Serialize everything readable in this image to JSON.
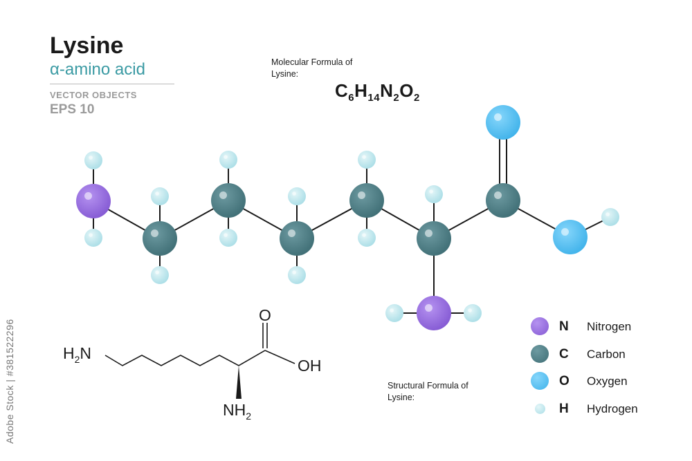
{
  "header": {
    "title": "Lysine",
    "subtitle": "α-amino acid",
    "tag": "VECTOR OBJECTS",
    "format": "EPS 10"
  },
  "molecular_formula": {
    "caption_line1": "Molecular Formula of",
    "caption_line2": "Lysine:",
    "parts": [
      {
        "el": "C",
        "n": "6"
      },
      {
        "el": "H",
        "n": "14"
      },
      {
        "el": "N",
        "n": "2"
      },
      {
        "el": "O",
        "n": "2"
      }
    ]
  },
  "structural_formula": {
    "caption_line1": "Structural  Formula of",
    "caption_line2": "Lysine:",
    "labels": {
      "amine_left_main": "H",
      "amine_left_sub": "2",
      "amine_left_tail": "N",
      "carbonyl_o": "O",
      "hydroxyl": "OH",
      "amine_alpha_main": "NH",
      "amine_alpha_sub": "2"
    }
  },
  "legend": [
    {
      "symbol": "N",
      "name": "Nitrogen",
      "color": "#9b6fe0"
    },
    {
      "symbol": "C",
      "name": "Carbon",
      "color": "#4f7f86"
    },
    {
      "symbol": "O",
      "name": "Oxygen",
      "color": "#58c2f2"
    },
    {
      "symbol": "H",
      "name": "Hydrogen",
      "color": "#bfe7ee"
    }
  ],
  "stock_id": "Adobe Stock | #381522296",
  "colors": {
    "nitrogen": "#9b6fe0",
    "carbon": "#4f7f86",
    "oxygen": "#58c2f2",
    "hydrogen": "#bfe7ee",
    "subtitle": "#3a9aa3"
  }
}
